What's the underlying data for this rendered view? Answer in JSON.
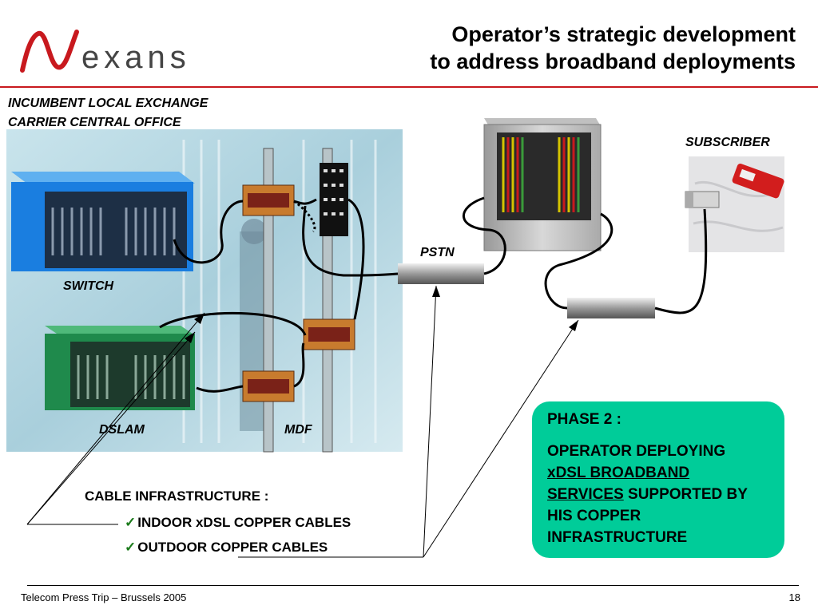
{
  "header": {
    "logo_text": "exans",
    "title_line1": "Operator’s strategic development",
    "title_line2": "to address broadband deployments"
  },
  "diagram": {
    "office_line1": "INCUMBENT LOCAL EXCHANGE",
    "office_line2": "CARRIER CENTRAL OFFICE",
    "switch_label": "SWITCH",
    "dslam_label": "DSLAM",
    "mdf_label": "MDF",
    "pstn_label": "PSTN",
    "subscriber_label": "SUBSCRIBER"
  },
  "phase": {
    "title": "PHASE 2 :",
    "line1": "OPERATOR DEPLOYING",
    "line2": "xDSL BROADBAND",
    "line3_underlined": "SERVICES",
    "line3_rest": " SUPPORTED BY",
    "line4": "HIS COPPER",
    "line5": "INFRASTRUCTURE"
  },
  "cables": {
    "heading": "CABLE INFRASTRUCTURE :",
    "items": [
      "INDOOR xDSL COPPER CABLES",
      "OUTDOOR COPPER CABLES"
    ]
  },
  "footer": {
    "left": "Telecom Press Trip – Brussels 2005",
    "page": "18"
  },
  "colors": {
    "brand_red": "#c8191e",
    "switch_blue": "#1a7ee0",
    "dslam_green": "#1f8a4c",
    "phase_green": "#00cc99"
  }
}
